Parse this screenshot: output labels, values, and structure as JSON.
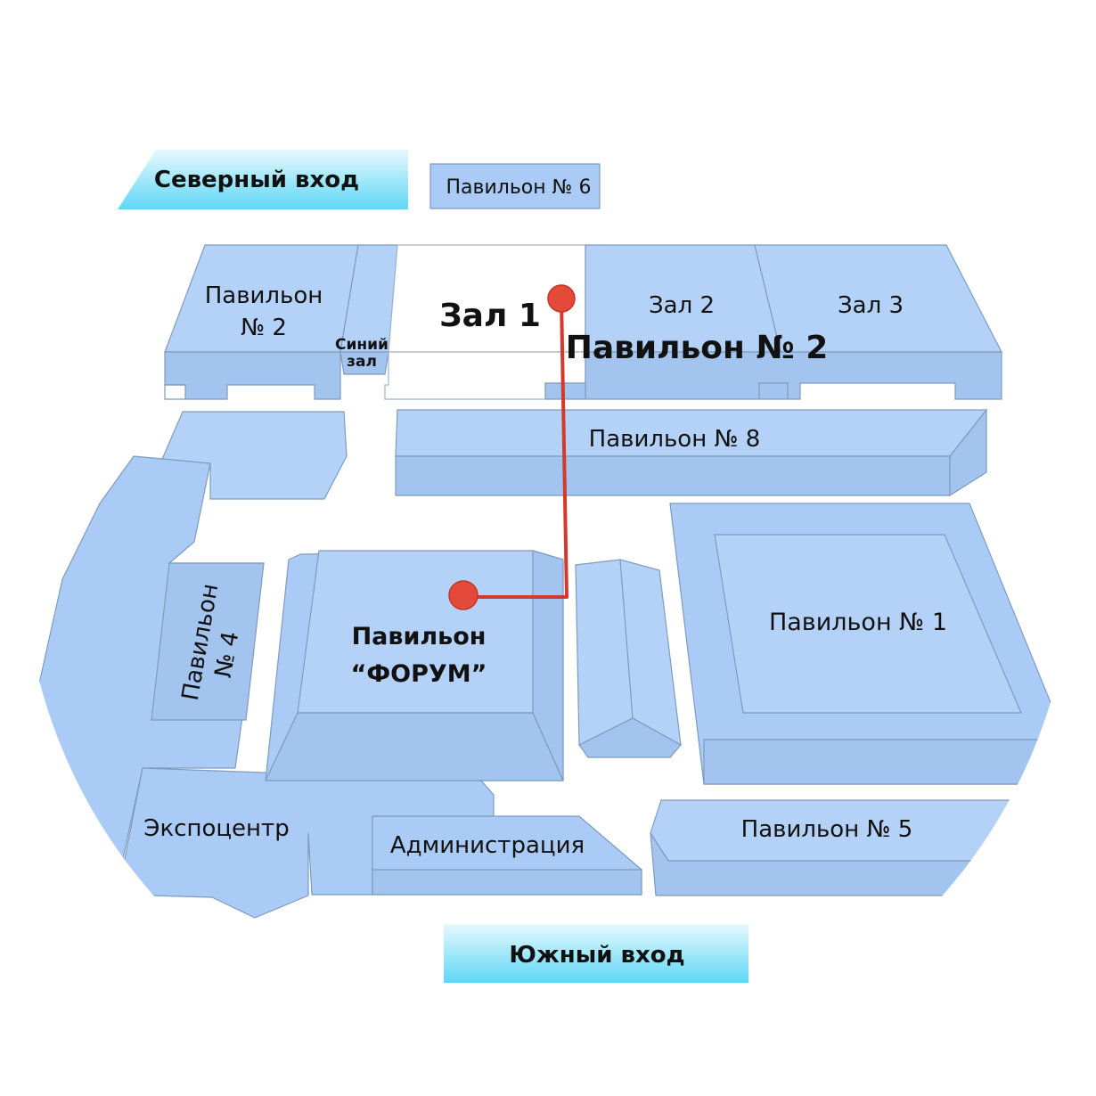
{
  "entrances": {
    "north": "Северный вход",
    "south": "Южный вход"
  },
  "buildings": {
    "pavilion6": "Павильон № 6",
    "pavilion2_left_line1": "Павильон",
    "pavilion2_left_line2": "№ 2",
    "blue_hall_line1": "Синий",
    "blue_hall_line2": "зал",
    "hall1": "Зал 1",
    "hall2": "Зал 2",
    "hall3": "Зал 3",
    "pavilion2_main": "Павильон № 2",
    "pavilion8": "Павильон № 8",
    "pavilion4_line1": "Павильон",
    "pavilion4_line2": "№ 4",
    "forum_line1": "Павильон",
    "forum_line2": "“ФОРУМ”",
    "pavilion1": "Павильон № 1",
    "expocenter": "Экспоцентр",
    "administration": "Администрация",
    "pavilion5": "Павильон № 5"
  },
  "colors": {
    "building": "#a9cbf6",
    "highlighted_hall": "#ffffff",
    "route": "#d33a2c",
    "entrance_gradient_start": "#5fd7f5",
    "entrance_gradient_end": "#e6f9fe"
  },
  "route": {
    "from": "forum_line2",
    "to": "hall1"
  }
}
